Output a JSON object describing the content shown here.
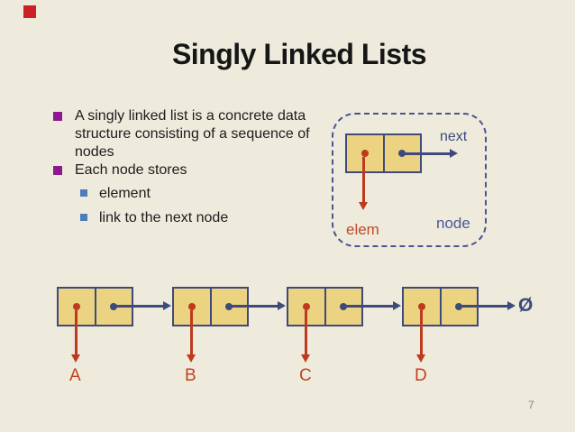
{
  "slide": {
    "title": "Singly Linked Lists",
    "page_number": "7",
    "background_color": "#EEEBDD",
    "marker_color": "#CB2026",
    "title_color": "#161616"
  },
  "bullets": {
    "level1_bullet_color": "#8E188E",
    "level2_bullet_color": "#4D7EBB",
    "items": [
      {
        "level": 1,
        "text": "A singly linked list is a concrete data structure consisting of a sequence of nodes"
      },
      {
        "level": 1,
        "text": "Each node stores"
      },
      {
        "level": 2,
        "text": "element"
      },
      {
        "level": 2,
        "text": "link to the next node"
      }
    ]
  },
  "node_diagram": {
    "next_label": "next",
    "elem_label": "elem",
    "node_label": "node",
    "cell_fill_color": "#EBD382",
    "border_color": "#3E4A7C",
    "elem_arrow_color": "#BE3A1D"
  },
  "linked_list": {
    "nodes": [
      {
        "label": "A"
      },
      {
        "label": "B"
      },
      {
        "label": "C"
      },
      {
        "label": "D"
      }
    ],
    "null_symbol": "Ø"
  }
}
